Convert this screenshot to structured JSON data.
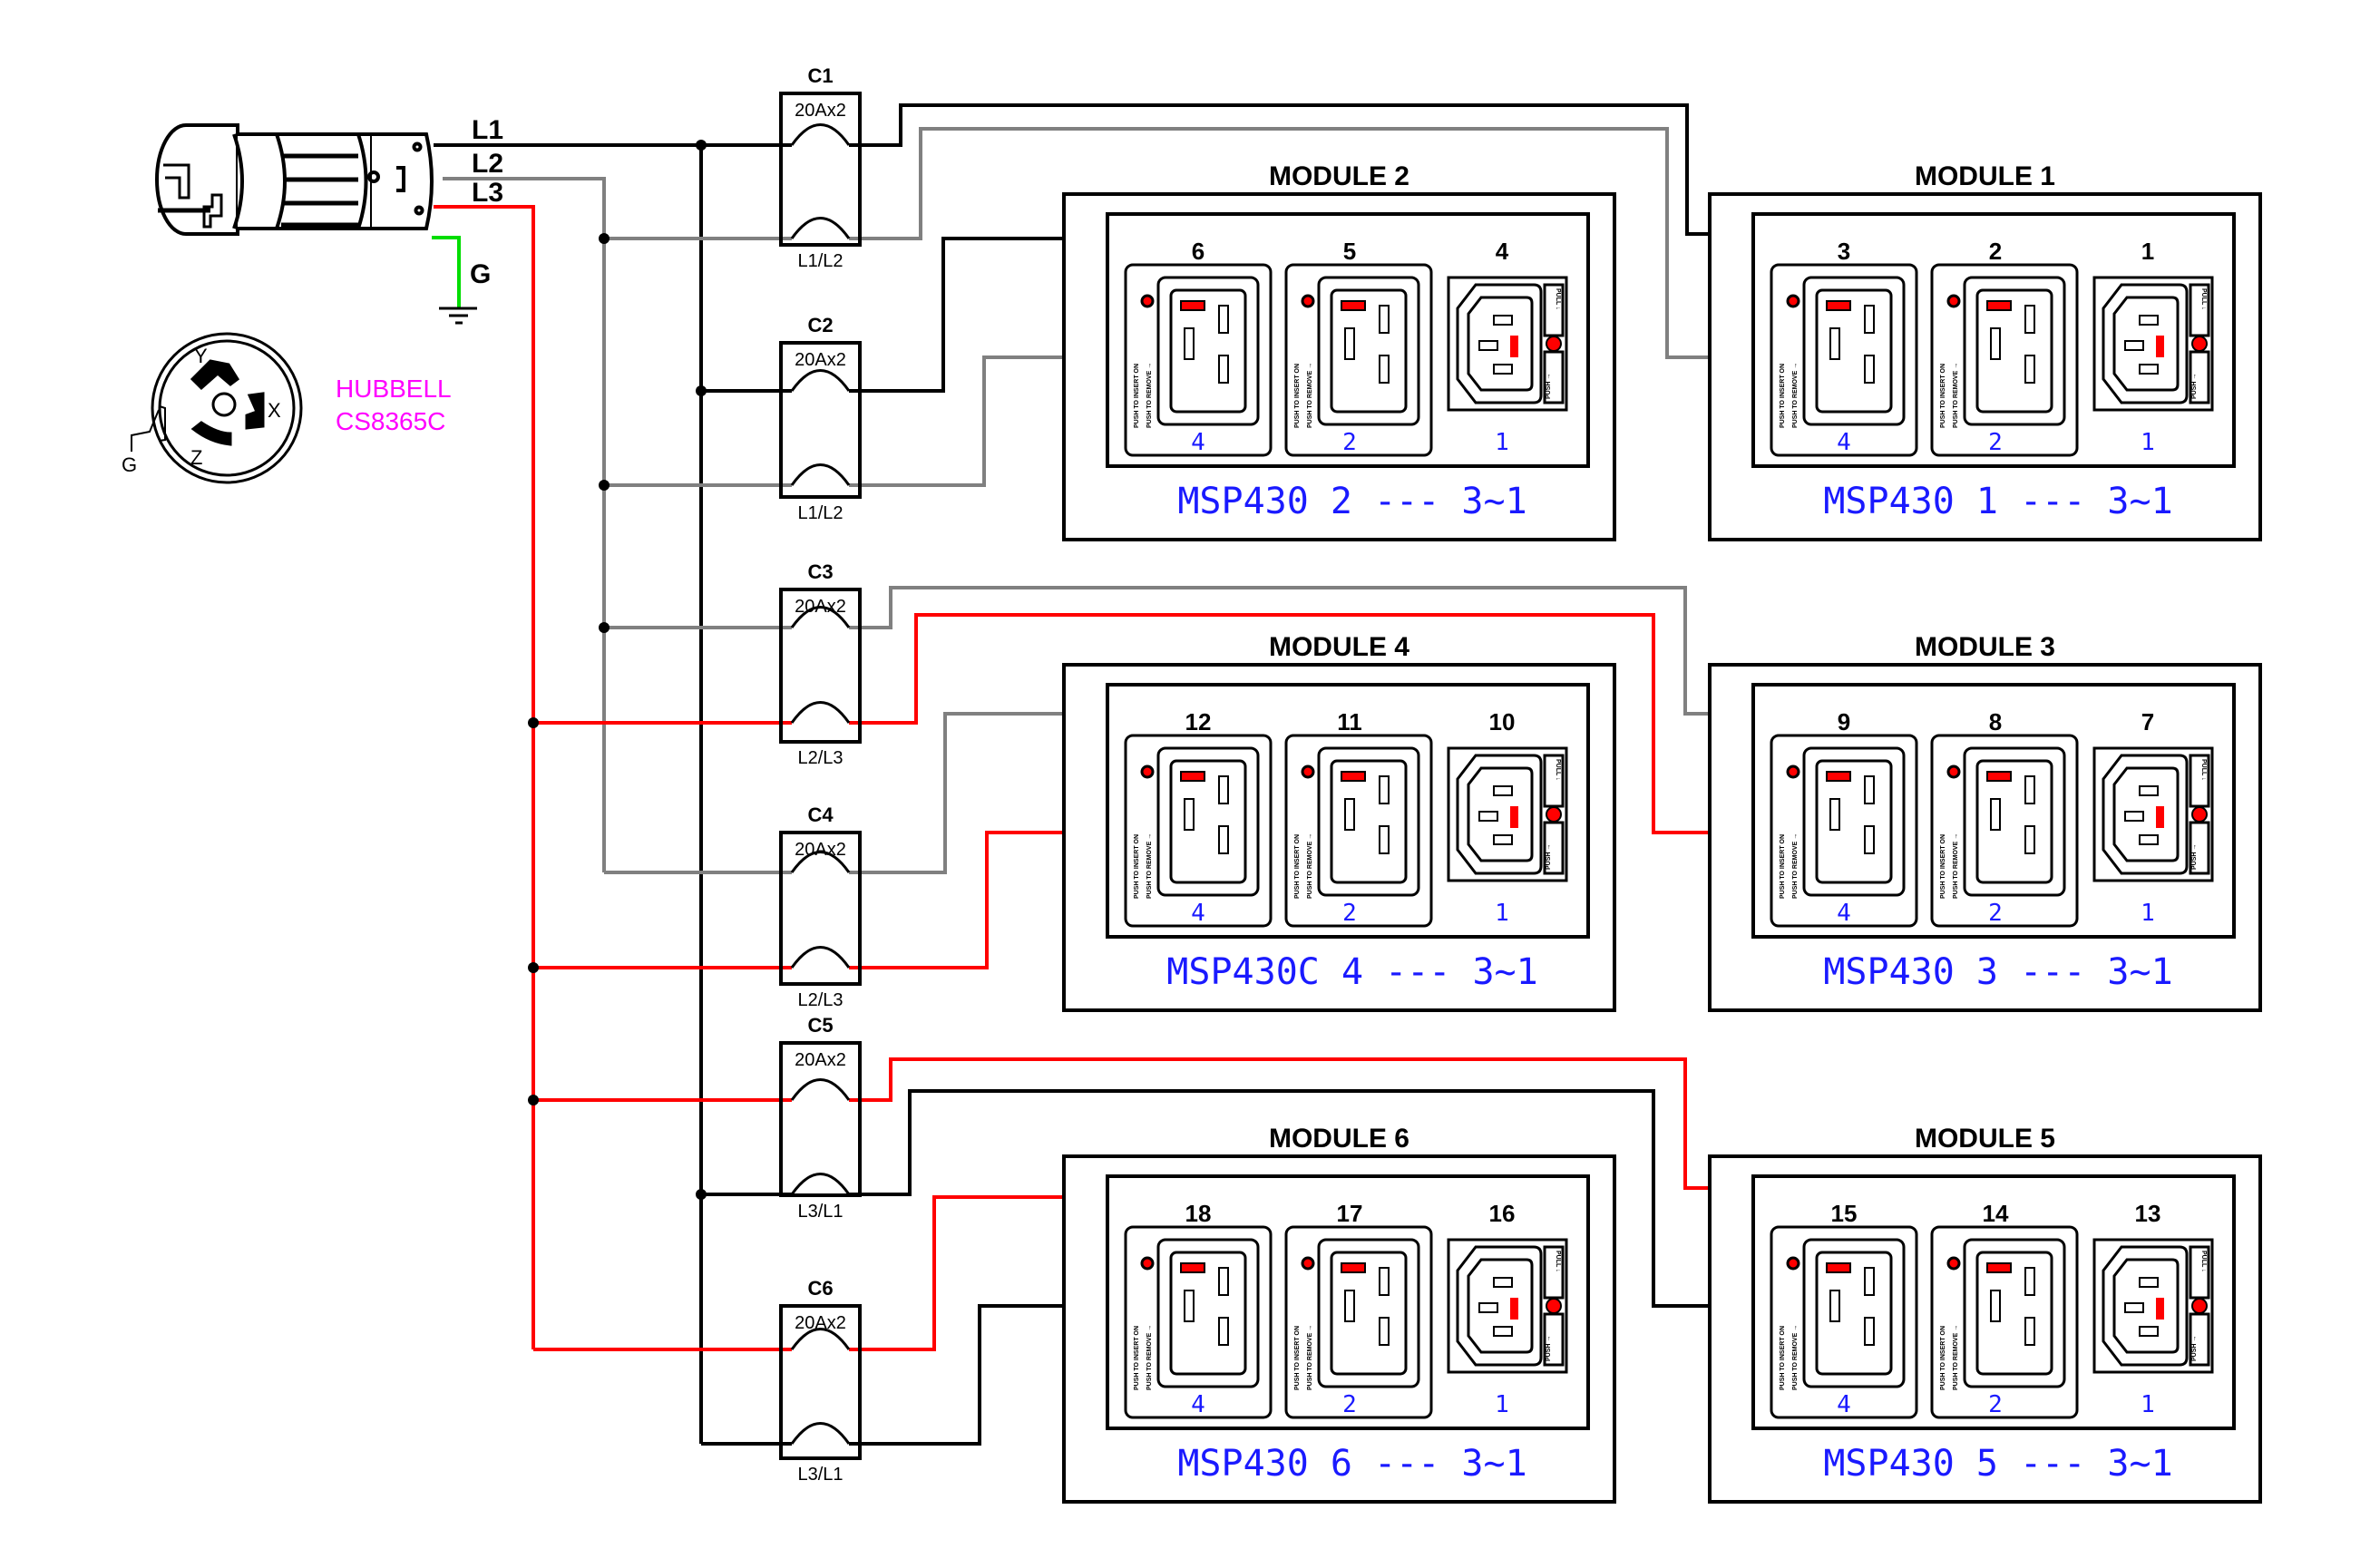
{
  "colors": {
    "L1": "#000000",
    "L2": "#808080",
    "L3": "#ff0000",
    "ground": "#00dd00",
    "brand": "#ff00ff",
    "module_text": "#1a1aff",
    "indicator": "#ff0000"
  },
  "source": {
    "line_labels": [
      "L1",
      "L2",
      "L3"
    ],
    "ground_label": "G",
    "receptacle": {
      "pin_labels": {
        "x": "X",
        "y": "Y",
        "z": "Z",
        "g": "G"
      },
      "brand": "HUBBELL",
      "model": "CS8365C"
    }
  },
  "breakers": [
    {
      "id": "C1",
      "rating": "20Ax2",
      "phases": "L1/L2",
      "top_feed": "L1",
      "bottom_feed": "L2"
    },
    {
      "id": "C2",
      "rating": "20Ax2",
      "phases": "L1/L2",
      "top_feed": "L1",
      "bottom_feed": "L2"
    },
    {
      "id": "C3",
      "rating": "20Ax2",
      "phases": "L2/L3",
      "top_feed": "L2",
      "bottom_feed": "L3"
    },
    {
      "id": "C4",
      "rating": "20Ax2",
      "phases": "L2/L3",
      "top_feed": "L2",
      "bottom_feed": "L3"
    },
    {
      "id": "C5",
      "rating": "20Ax2",
      "phases": "L3/L1",
      "top_feed": "L3",
      "bottom_feed": "L1"
    },
    {
      "id": "C6",
      "rating": "20Ax2",
      "phases": "L3/L1",
      "top_feed": "L3",
      "bottom_feed": "L1"
    }
  ],
  "modules": [
    {
      "title": "MODULE 1",
      "outlets": [
        "3",
        "2",
        "1"
      ],
      "positions": [
        "4",
        "2",
        "1"
      ],
      "caption": "MSP430 1 --- 3~1",
      "breaker": "C1"
    },
    {
      "title": "MODULE 2",
      "outlets": [
        "6",
        "5",
        "4"
      ],
      "positions": [
        "4",
        "2",
        "1"
      ],
      "caption": "MSP430 2 --- 3~1",
      "breaker": "C2"
    },
    {
      "title": "MODULE 3",
      "outlets": [
        "9",
        "8",
        "7"
      ],
      "positions": [
        "4",
        "2",
        "1"
      ],
      "caption": "MSP430 3 --- 3~1",
      "breaker": "C3"
    },
    {
      "title": "MODULE 4",
      "outlets": [
        "12",
        "11",
        "10"
      ],
      "positions": [
        "4",
        "2",
        "1"
      ],
      "caption": "MSP430C 4 --- 3~1",
      "breaker": "C4"
    },
    {
      "title": "MODULE 5",
      "outlets": [
        "15",
        "14",
        "13"
      ],
      "positions": [
        "4",
        "2",
        "1"
      ],
      "caption": "MSP430 5 --- 3~1",
      "breaker": "C5"
    },
    {
      "title": "MODULE 6",
      "outlets": [
        "18",
        "17",
        "16"
      ],
      "positions": [
        "4",
        "2",
        "1"
      ],
      "caption": "MSP430 6 --- 3~1",
      "breaker": "C6"
    }
  ],
  "outlet_text": {
    "c19_line1": "PUSH TO INSERT ON",
    "c19_line2": "PUSH TO REMOVE",
    "inlet_top": "PULL",
    "inlet_bottom": "PUSH"
  }
}
